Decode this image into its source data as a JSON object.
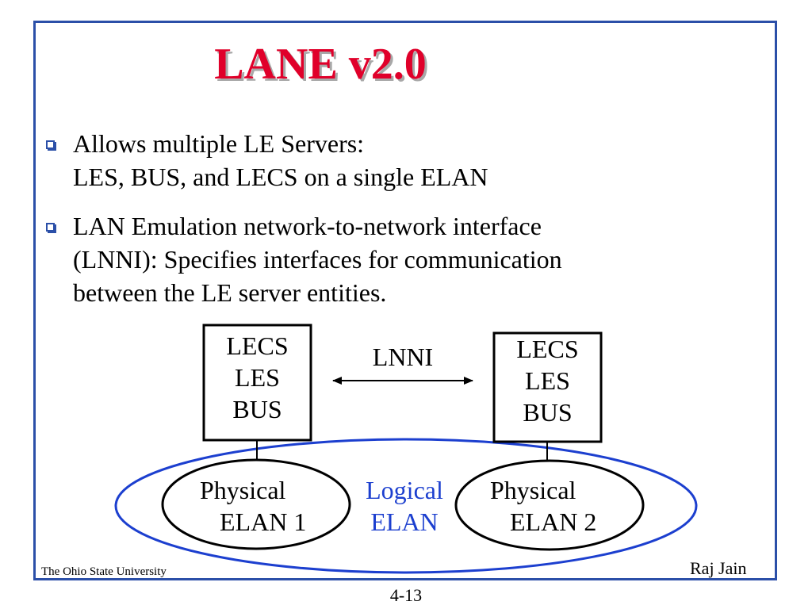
{
  "slide": {
    "title": "LANE v2.0",
    "bullets": [
      {
        "lines": [
          "Allows multiple LE Servers:",
          "LES, BUS, and LECS on a single ELAN"
        ]
      },
      {
        "lines": [
          "LAN Emulation network-to-network interface",
          "(LNNI): Specifies interfaces for communication",
          "between the LE server entities."
        ]
      }
    ]
  },
  "diagram": {
    "left_server": {
      "lines": [
        "LECS",
        "LES",
        "BUS"
      ]
    },
    "right_server": {
      "lines": [
        "LECS",
        "LES",
        "BUS"
      ]
    },
    "link_label": "LNNI",
    "left_elan": {
      "lines": [
        "Physical",
        "ELAN 1"
      ]
    },
    "right_elan": {
      "lines": [
        "Physical",
        "ELAN 2"
      ]
    },
    "logical_elan": {
      "lines": [
        "Logical",
        "ELAN"
      ]
    }
  },
  "footer": {
    "left": "The Ohio State University",
    "right": "Raj Jain",
    "page": "4-13"
  },
  "colors": {
    "title": "#e0002a",
    "frame": "#2b4fa8",
    "logical": "#1c3fcf"
  }
}
